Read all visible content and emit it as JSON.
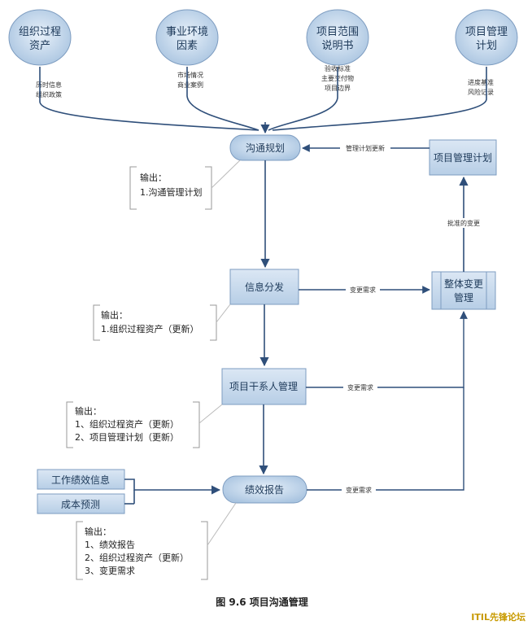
{
  "inputs": {
    "opa": {
      "line1": "组织过程",
      "line2": "资产",
      "note1": "历时信息",
      "note2": "组织政策"
    },
    "eef": {
      "line1": "事业环境",
      "line2": "因素",
      "note1": "市场情况",
      "note2": "商业案例"
    },
    "scope": {
      "line1": "项目范围",
      "line2": "说明书",
      "note1": "验收标准",
      "note2": "主要交付物",
      "note3": "项目边界"
    },
    "pmp": {
      "line1": "项目管理",
      "line2": "计划",
      "note1": "进度基准",
      "note2": "风险记录"
    }
  },
  "processes": {
    "planning": "沟通规划",
    "distribution": "信息分发",
    "stakeholder": "项目干系人管理",
    "reporting": "绩效报告",
    "change_control_1": "整体变更",
    "change_control_2": "管理",
    "pm_plan_box": "项目管理计划"
  },
  "arrows": {
    "plan_update": "管理计划更新",
    "approved_changes": "批准的变更",
    "change_request_1": "变更需求",
    "change_request_2": "变更需求",
    "change_request_3": "变更需求"
  },
  "outputs": {
    "planning": {
      "title": "输出：",
      "items": [
        "1.沟通管理计划"
      ]
    },
    "distribution": {
      "title": "输出：",
      "items": [
        "1.组织过程资产（更新）"
      ]
    },
    "stakeholder": {
      "title": "输出：",
      "items": [
        "1、组织过程资产（更新）",
        "2、项目管理计划（更新）"
      ]
    },
    "reporting": {
      "title": "输出：",
      "items": [
        "1、绩效报告",
        "2、组织过程资产（更新）",
        "3、变更需求"
      ]
    }
  },
  "side_inputs": {
    "work_perf": "工作绩效信息",
    "cost_forecast": "成本预测"
  },
  "caption": "图 9.6  项目沟通管理",
  "watermark": "ITIL先锋论坛",
  "colors": {
    "box_fill": "#c9dcee",
    "line": "#2f4f7a"
  }
}
